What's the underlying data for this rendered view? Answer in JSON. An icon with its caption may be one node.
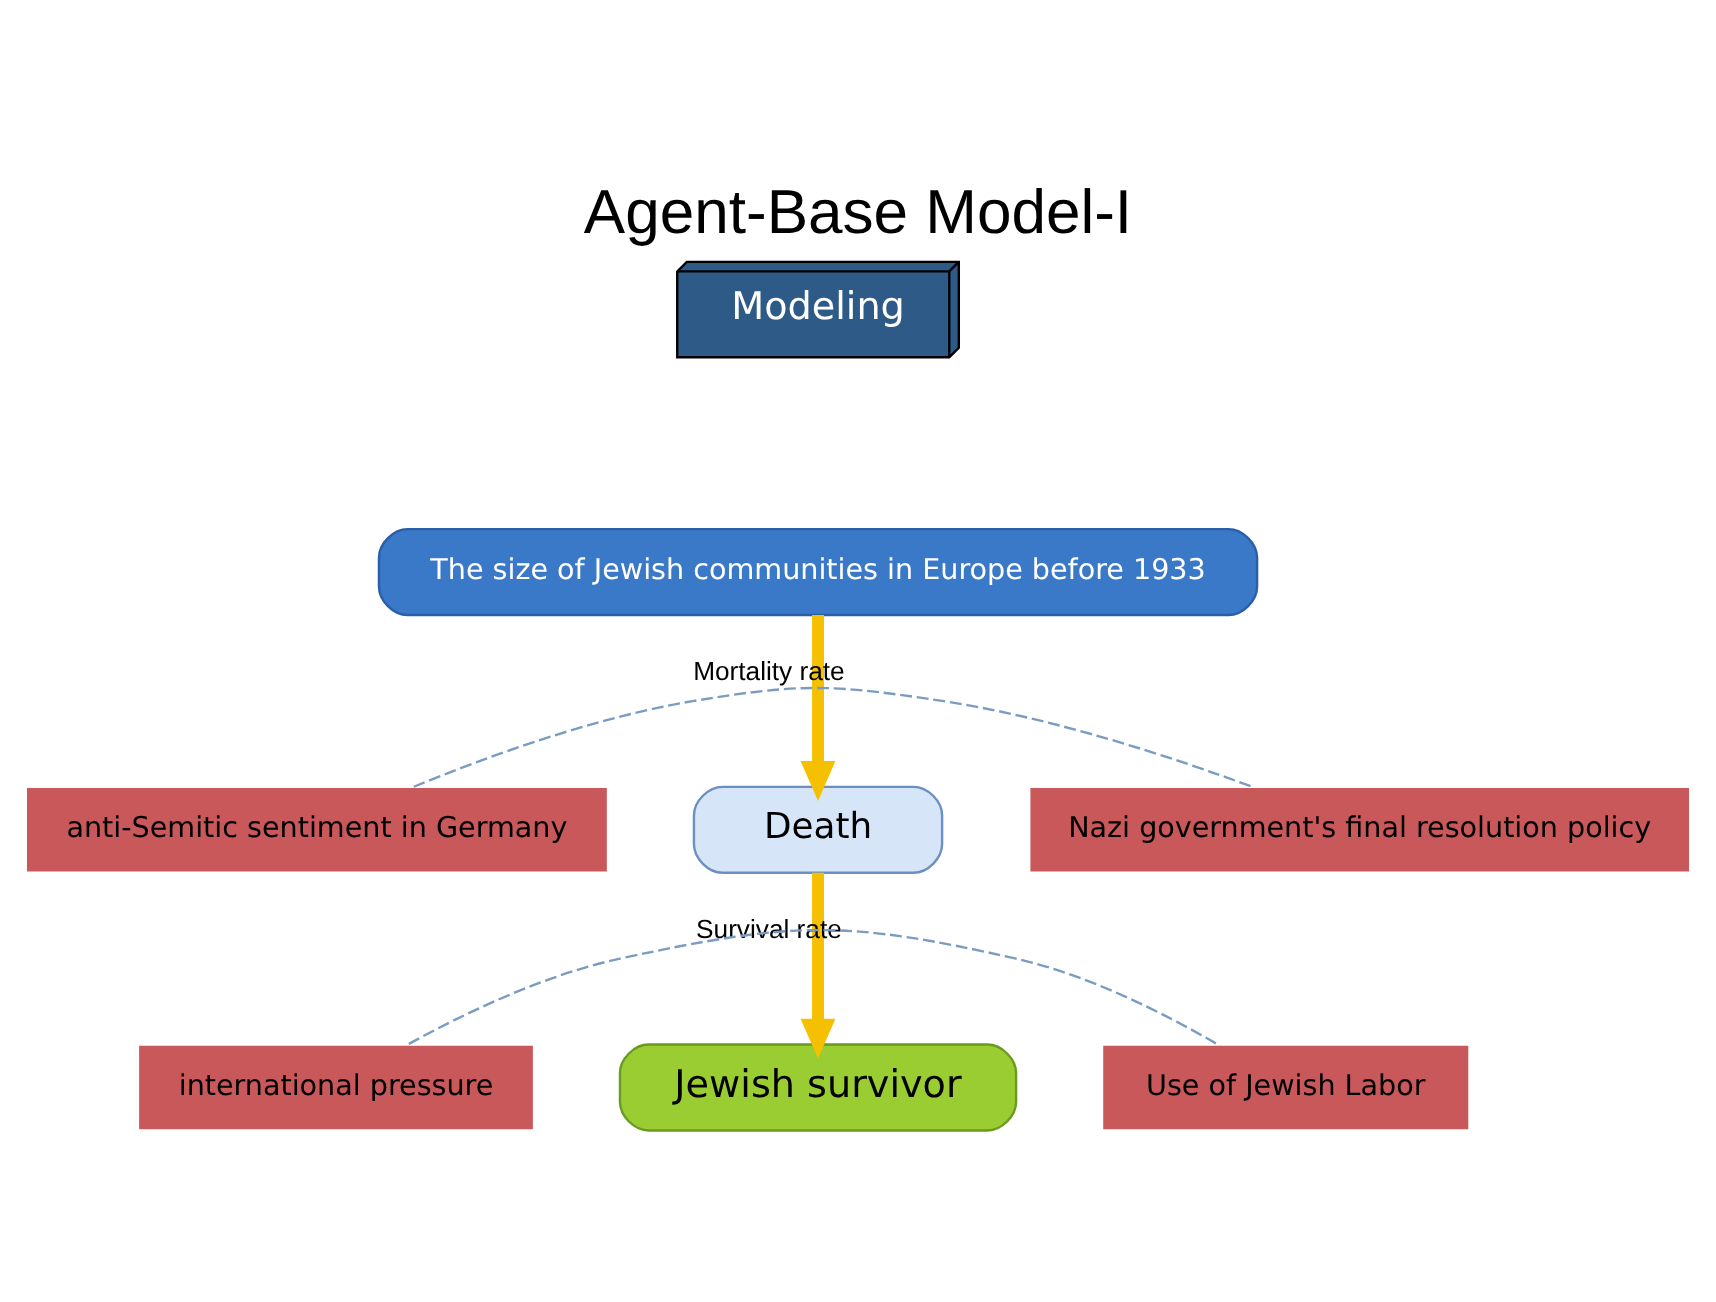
{
  "diagram": {
    "title": "Agent-Base Model-I",
    "nodes": [
      {
        "text": [
          "Modeling"
        ]
      },
      {
        "text": [
          "The size of Jewish communities in Europe before 1933"
        ]
      },
      {
        "text": [
          "anti-Semitic sentiment in Germany"
        ]
      },
      {
        "text": [
          "Nazi government's final resolution policy"
        ]
      },
      {
        "text": [
          "Death"
        ]
      },
      {
        "text": [
          "international pressure"
        ]
      },
      {
        "text": [
          "Use of Jewish Labor"
        ]
      },
      {
        "text": [
          "Jewish survivor"
        ]
      }
    ],
    "edges": [
      {
        "from": 2,
        "to": 3,
        "arrow": "none",
        "style": "dashed",
        "color": "#7a9cc0"
      },
      {
        "from": 1,
        "to": 4,
        "arrow": "to",
        "label": "Mortality rate",
        "style": "thick",
        "color": "#f5c000"
      },
      {
        "from": 5,
        "to": 6,
        "arrow": "none",
        "style": "dashed",
        "color": "#7a9cc0"
      },
      {
        "from": 4,
        "to": 7,
        "arrow": "to",
        "label": "Survival rate",
        "style": "thick",
        "color": "#f5c000"
      }
    ]
  }
}
